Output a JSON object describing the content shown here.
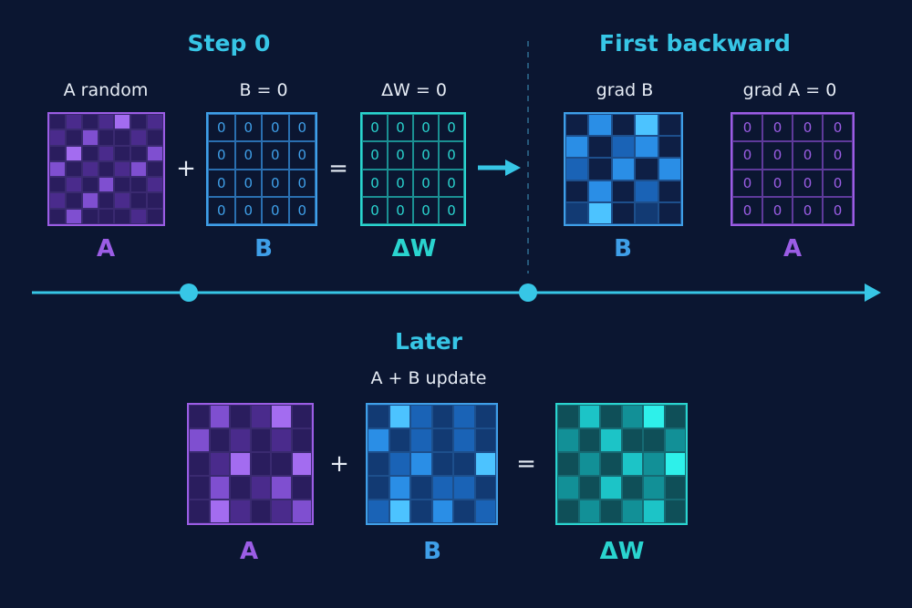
{
  "colors": {
    "background": "#0b1631",
    "cyan": "#37c6e6",
    "purple": "#9b5de5",
    "blue": "#3f9fe8",
    "teal": "#2ad4cf",
    "text": "#e6ecf5"
  },
  "step0": {
    "heading": "Step 0",
    "a_caption": "A random",
    "b_caption": "B = 0",
    "dw_caption": "ΔW = 0",
    "a_label": "A",
    "b_label": "B",
    "dw_label": "ΔW",
    "plus": "+",
    "equals": "="
  },
  "first_backward": {
    "heading": "First backward",
    "gradb_caption": "grad B",
    "grada_caption": "grad A = 0",
    "b_label": "B",
    "a_label": "A"
  },
  "later": {
    "heading": "Later",
    "caption": "A + B update",
    "a_label": "A",
    "b_label": "B",
    "dw_label": "ΔW",
    "plus": "+",
    "equals": "="
  },
  "zero_value": "0",
  "matrices": {
    "a_random": [
      [
        1,
        2,
        1,
        2,
        4,
        1,
        2
      ],
      [
        2,
        1,
        3,
        1,
        1,
        2,
        1
      ],
      [
        1,
        4,
        1,
        2,
        1,
        1,
        3
      ],
      [
        3,
        1,
        2,
        1,
        2,
        3,
        1
      ],
      [
        1,
        2,
        1,
        3,
        1,
        1,
        2
      ],
      [
        2,
        1,
        3,
        1,
        2,
        1,
        1
      ],
      [
        1,
        3,
        1,
        1,
        1,
        2,
        1
      ]
    ],
    "grad_b": [
      [
        0,
        3,
        0,
        4,
        0
      ],
      [
        3,
        0,
        2,
        3,
        0
      ],
      [
        2,
        0,
        3,
        0,
        3
      ],
      [
        0,
        3,
        0,
        2,
        0
      ],
      [
        1,
        4,
        0,
        1,
        0
      ]
    ],
    "later_a": [
      [
        1,
        3,
        1,
        2,
        4,
        1
      ],
      [
        3,
        1,
        2,
        1,
        2,
        1
      ],
      [
        1,
        2,
        4,
        1,
        1,
        4
      ],
      [
        1,
        3,
        1,
        2,
        3,
        1
      ],
      [
        1,
        4,
        2,
        1,
        2,
        3
      ]
    ],
    "later_b": [
      [
        1,
        4,
        2,
        1,
        2,
        1
      ],
      [
        3,
        1,
        2,
        1,
        2,
        1
      ],
      [
        1,
        2,
        3,
        1,
        1,
        4
      ],
      [
        1,
        3,
        1,
        2,
        2,
        1
      ],
      [
        2,
        4,
        1,
        3,
        1,
        2
      ]
    ],
    "later_dw": [
      [
        1,
        3,
        1,
        2,
        4,
        1
      ],
      [
        2,
        1,
        3,
        1,
        1,
        2
      ],
      [
        1,
        2,
        1,
        3,
        2,
        4
      ],
      [
        2,
        1,
        3,
        1,
        2,
        1
      ],
      [
        1,
        2,
        1,
        2,
        3,
        1
      ]
    ]
  }
}
